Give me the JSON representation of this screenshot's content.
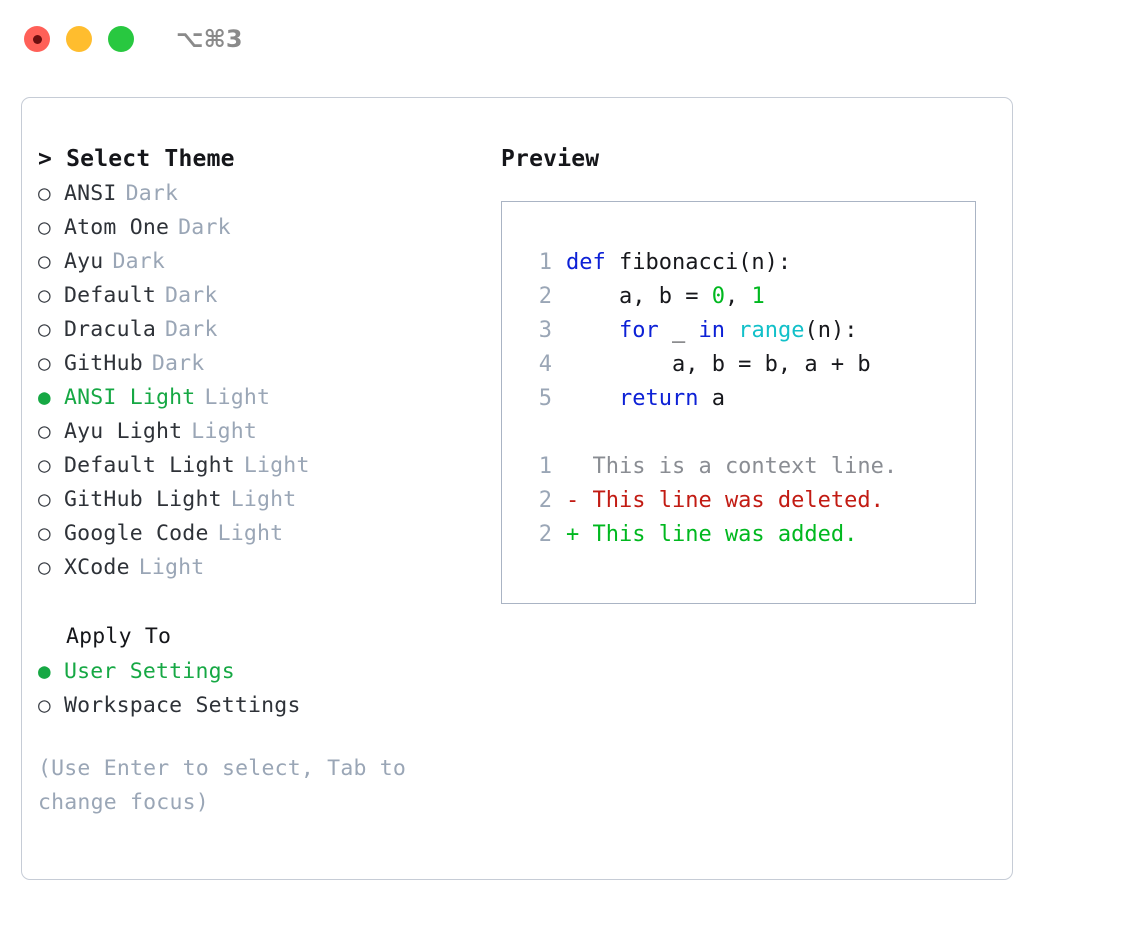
{
  "titlebar": {
    "shortcut": "⌥⌘3",
    "lights": [
      {
        "name": "close",
        "color": "#ff6058"
      },
      {
        "name": "minimize",
        "color": "#ffbd2e"
      },
      {
        "name": "maximize",
        "color": "#28c840"
      }
    ]
  },
  "accent": {
    "green": "#16a844",
    "muted": "#9aa6b6",
    "border": "#c6ccd6",
    "preview_border": "#aab4c4"
  },
  "theme_picker": {
    "title": "> Select Theme",
    "marker_selected": "●",
    "marker_unselected": "○",
    "options": [
      {
        "label": "ANSI",
        "kind": "Dark",
        "selected": false
      },
      {
        "label": "Atom One",
        "kind": "Dark",
        "selected": false
      },
      {
        "label": "Ayu",
        "kind": "Dark",
        "selected": false
      },
      {
        "label": "Default",
        "kind": "Dark",
        "selected": false
      },
      {
        "label": "Dracula",
        "kind": "Dark",
        "selected": false
      },
      {
        "label": "GitHub",
        "kind": "Dark",
        "selected": false
      },
      {
        "label": "ANSI Light",
        "kind": "Light",
        "selected": true
      },
      {
        "label": "Ayu Light",
        "kind": "Light",
        "selected": false
      },
      {
        "label": "Default Light",
        "kind": "Light",
        "selected": false
      },
      {
        "label": "GitHub Light",
        "kind": "Light",
        "selected": false
      },
      {
        "label": "Google Code",
        "kind": "Light",
        "selected": false
      },
      {
        "label": "XCode",
        "kind": "Light",
        "selected": false
      }
    ]
  },
  "apply_to": {
    "heading": "Apply To",
    "options": [
      {
        "label": "User Settings",
        "selected": true
      },
      {
        "label": "Workspace Settings",
        "selected": false
      }
    ]
  },
  "hint": "(Use Enter to select, Tab to change focus)",
  "preview": {
    "title": "Preview",
    "code_lines": [
      {
        "number": "1",
        "tokens": [
          {
            "text": "def ",
            "style": "kw"
          },
          {
            "text": "fibonacci(n):",
            "style": "txt"
          }
        ]
      },
      {
        "number": "2",
        "tokens": [
          {
            "text": "    a, b = ",
            "style": "txt"
          },
          {
            "text": "0",
            "style": "num"
          },
          {
            "text": ", ",
            "style": "txt"
          },
          {
            "text": "1",
            "style": "num"
          }
        ]
      },
      {
        "number": "3",
        "tokens": [
          {
            "text": "    ",
            "style": "txt"
          },
          {
            "text": "for",
            "style": "kw"
          },
          {
            "text": " _ ",
            "style": "txt"
          },
          {
            "text": "in",
            "style": "kw"
          },
          {
            "text": " ",
            "style": "txt"
          },
          {
            "text": "range",
            "style": "fn"
          },
          {
            "text": "(n):",
            "style": "txt"
          }
        ]
      },
      {
        "number": "4",
        "tokens": [
          {
            "text": "        a, b = b, a + b",
            "style": "txt"
          }
        ]
      },
      {
        "number": "5",
        "tokens": [
          {
            "text": "    ",
            "style": "txt"
          },
          {
            "text": "return",
            "style": "kw"
          },
          {
            "text": " a",
            "style": "txt"
          }
        ]
      }
    ],
    "diff_lines": [
      {
        "number": "1",
        "tokens": [
          {
            "text": "  This is a context line.",
            "style": "ctx"
          }
        ]
      },
      {
        "number": "2",
        "tokens": [
          {
            "text": "- This line was deleted.",
            "style": "del"
          }
        ]
      },
      {
        "number": "2",
        "tokens": [
          {
            "text": "+ This line was added.",
            "style": "add"
          }
        ]
      }
    ]
  }
}
